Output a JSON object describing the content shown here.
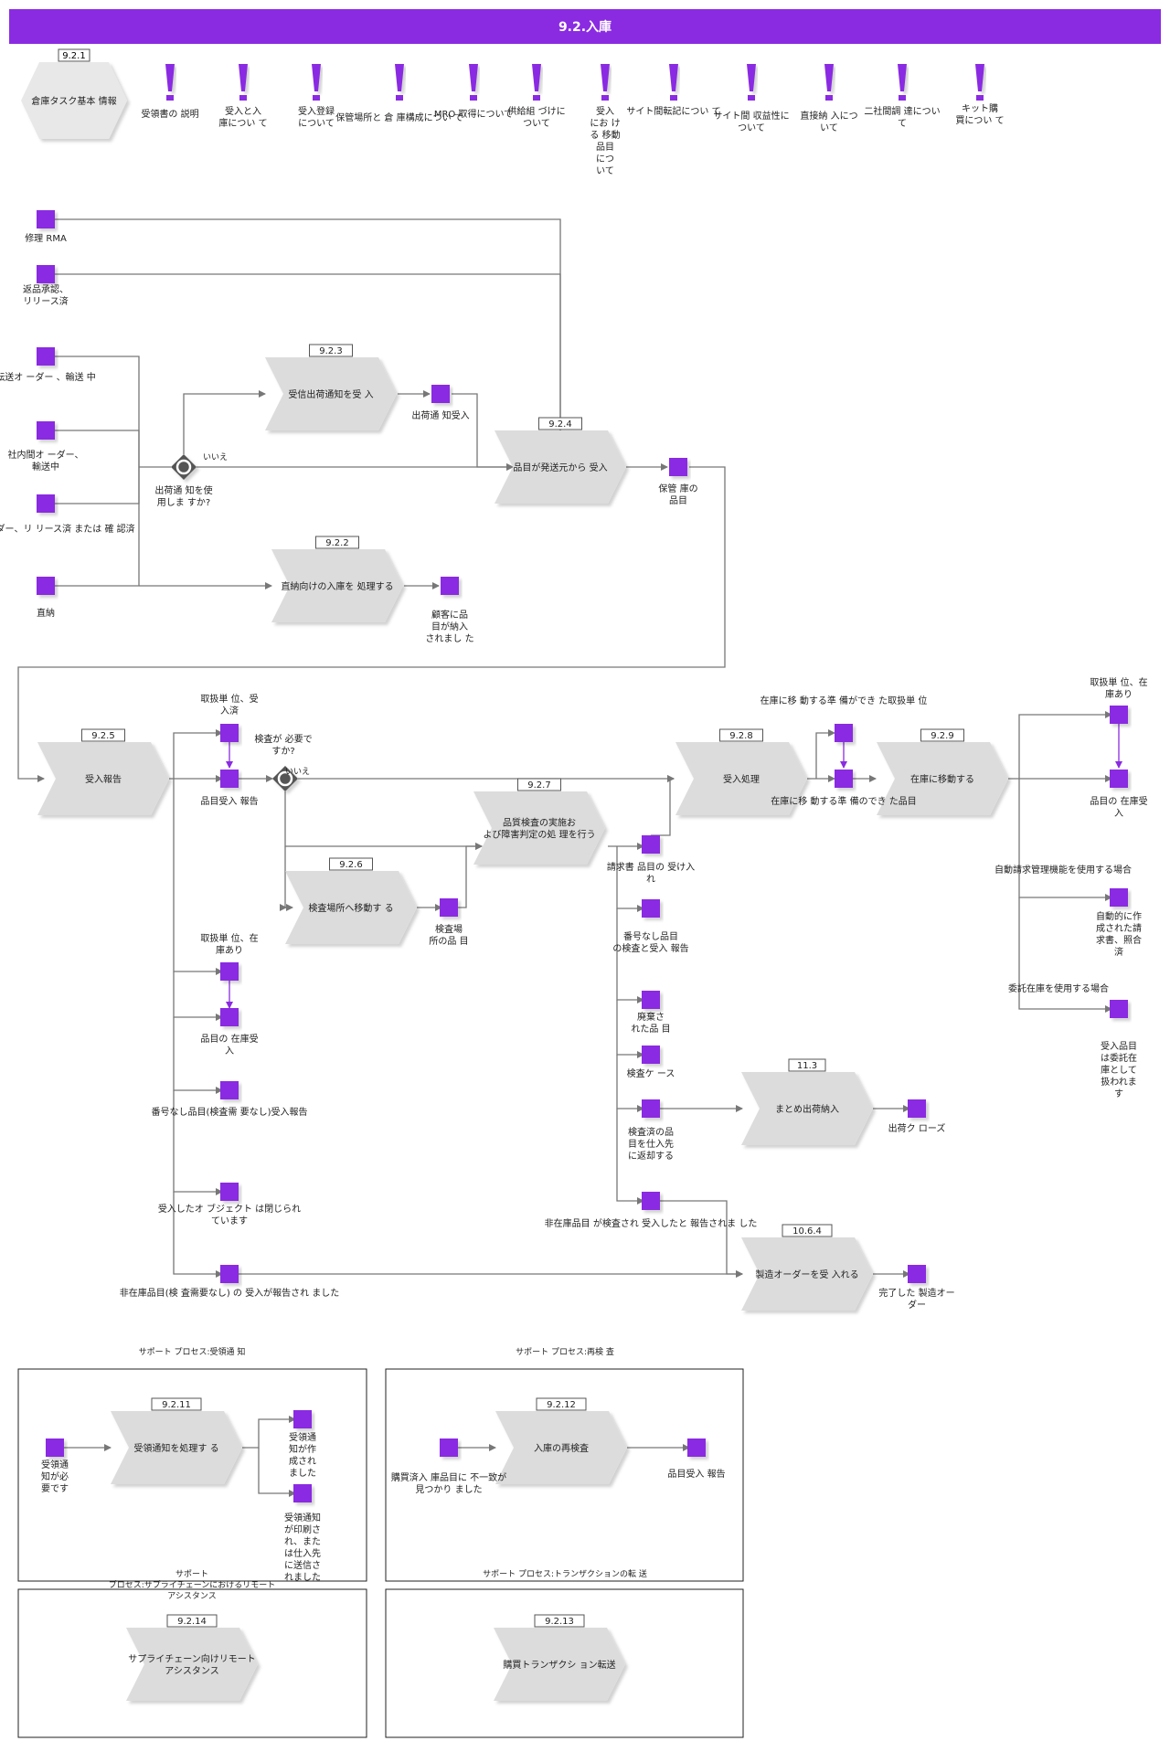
{
  "header": {
    "title": "9.2.入庫"
  },
  "colors": {
    "header": "#8a2be2",
    "event": "#8a2be2",
    "task": "#dcdcdc",
    "line": "#777777",
    "alert": "#8a2be2"
  },
  "info": {
    "id": "9.2.1",
    "label": "倉庫タスク基本 情報"
  },
  "alerts": [
    {
      "id": "a1",
      "label": "受領書の 説明"
    },
    {
      "id": "a2",
      "label": "受入と入 庫につい て"
    },
    {
      "id": "a3",
      "label": "受入登録 について"
    },
    {
      "id": "a4",
      "label": "保管場所と 倉 庫構成につい て"
    },
    {
      "id": "a5",
      "label": "MRO 取得について"
    },
    {
      "id": "a6",
      "label": "供給組 づけに ついて"
    },
    {
      "id": "a7",
      "label": "受入 にお け る 移動 品目 につ いて"
    },
    {
      "id": "a8",
      "label": "サイト間転記につい て"
    },
    {
      "id": "a9",
      "label": "サイト間 収益性に ついて"
    },
    {
      "id": "a10",
      "label": "直接納 入につ いて"
    },
    {
      "id": "a11",
      "label": "二社間調 達につい て"
    },
    {
      "id": "a12",
      "label": "キット購 買につい て"
    }
  ],
  "tasks": [
    {
      "id": "t923",
      "num": "9.2.3",
      "label": "受信出荷通知を受 入"
    },
    {
      "id": "t924",
      "num": "9.2.4",
      "label": "品目が発送元から 受入"
    },
    {
      "id": "t922",
      "num": "9.2.2",
      "label": "直納向けの入庫を 処理する"
    },
    {
      "id": "t925",
      "num": "9.2.5",
      "label": "受入報告"
    },
    {
      "id": "t928",
      "num": "9.2.8",
      "label": "受入処理"
    },
    {
      "id": "t929",
      "num": "9.2.9",
      "label": "在庫に移動する"
    },
    {
      "id": "t927",
      "num": "9.2.7",
      "label": "品質検査の実施お よび障害判定の処 理を行う"
    },
    {
      "id": "t926",
      "num": "9.2.6",
      "label": "検査場所へ移動す る"
    },
    {
      "id": "t113",
      "num": "11.3",
      "label": "まとめ出荷納入"
    },
    {
      "id": "t1064",
      "num": "10.6.4",
      "label": "製造オーダーを受 入れる"
    },
    {
      "id": "t9211",
      "num": "9.2.11",
      "label": "受領通知を処理す る"
    },
    {
      "id": "t9212",
      "num": "9.2.12",
      "label": "入庫の再検査"
    },
    {
      "id": "t9214",
      "num": "9.2.14",
      "label": "サプライチェーン向けリモート アシスタンス"
    },
    {
      "id": "t9213",
      "num": "9.2.13",
      "label": "購買トランザクシ ョン転送"
    }
  ],
  "events": [
    {
      "id": "e1",
      "label": "修理 RMA"
    },
    {
      "id": "e2",
      "label": "返品承認、 リリース済"
    },
    {
      "id": "e3",
      "label": "転送オ ーダー 、輸送 中"
    },
    {
      "id": "e4",
      "label": "社内間オ ーダー、 輸送中"
    },
    {
      "id": "e5",
      "label": "購買オ ーダー、リ リース済 または 確 認済"
    },
    {
      "id": "e6",
      "label": "直納"
    },
    {
      "id": "e7",
      "label": "出荷通 知受入"
    },
    {
      "id": "e8",
      "label": "保管 庫の 品目"
    },
    {
      "id": "e9",
      "label": "顧客に品 目が納入 されまし た"
    },
    {
      "id": "e10",
      "label": "取扱単 位、受 入済"
    },
    {
      "id": "e11",
      "label": "品目受入 報告"
    },
    {
      "id": "e12",
      "label": "在庫に移 動する準 備ができ た取扱単 位"
    },
    {
      "id": "e13",
      "label": "在庫に移 動する準 備のでき た品目"
    },
    {
      "id": "e14",
      "label": "取扱単 位、在 庫あり"
    },
    {
      "id": "e15",
      "label": "品目の 在庫受 入"
    },
    {
      "id": "e16",
      "label": "自動的に作 成された請 求書、照合 済"
    },
    {
      "id": "e17",
      "label": "受入品目 は委託在 庫として 扱われま す"
    },
    {
      "id": "e18",
      "label": "請求書 品目の 受け入 れ"
    },
    {
      "id": "e19",
      "label": "番号なし品目 の検査と受入 報告"
    },
    {
      "id": "e20",
      "label": "廃棄さ れた品 目"
    },
    {
      "id": "e21",
      "label": "検査ケ ース"
    },
    {
      "id": "e22",
      "label": "検査済の品 目を仕入先 に返却する"
    },
    {
      "id": "e23",
      "label": "出荷ク ローズ"
    },
    {
      "id": "e24",
      "label": "非在庫品目 が検査され 受入したと 報告されま した"
    },
    {
      "id": "e25",
      "label": "完了した 製造オー ダー"
    },
    {
      "id": "e26",
      "label": "検査場 所の品 目"
    },
    {
      "id": "e27",
      "label": "取扱単 位、在 庫あり"
    },
    {
      "id": "e28",
      "label": "品目の 在庫受 入"
    },
    {
      "id": "e29",
      "label": "番号なし品目(検査需 要なし)受入報告"
    },
    {
      "id": "e30",
      "label": "受入したオ ブジェクト は閉じられ ています"
    },
    {
      "id": "e31",
      "label": "非在庫品目(検 査需要なし) の 受入が報告され ました"
    },
    {
      "id": "e32",
      "label": "受領通 知が必 要です"
    },
    {
      "id": "e33",
      "label": "受領通 知が作 成され ました"
    },
    {
      "id": "e34",
      "label": "受領通知 が印刷さ れ、また は仕入先 に送信さ れました"
    },
    {
      "id": "e35",
      "label": "購買済入 庫品目に 不一致が 見つかり ました"
    },
    {
      "id": "e36",
      "label": "品目受入 報告"
    }
  ],
  "gateways": [
    {
      "id": "g1",
      "label": "出荷通 知を使 用しま すか?",
      "branch": "いいえ"
    },
    {
      "id": "g2",
      "label": "検査が 必要で すか?",
      "branch": "いいえ"
    }
  ],
  "annotations": [
    {
      "id": "n1",
      "label": "自動請求管理機能を使用する場合"
    },
    {
      "id": "n2",
      "label": "委託在庫を使用する場合"
    }
  ],
  "boxes": [
    {
      "id": "b1",
      "title": "サポート プロセス:受領通 知"
    },
    {
      "id": "b2",
      "title": "サポート プロセス:再検 査"
    },
    {
      "id": "b3",
      "title": "サポート プロセス:サプライチェーンにおけるリモート アシスタンス"
    },
    {
      "id": "b4",
      "title": "サポート プロセス:トランザクションの転 送"
    }
  ]
}
